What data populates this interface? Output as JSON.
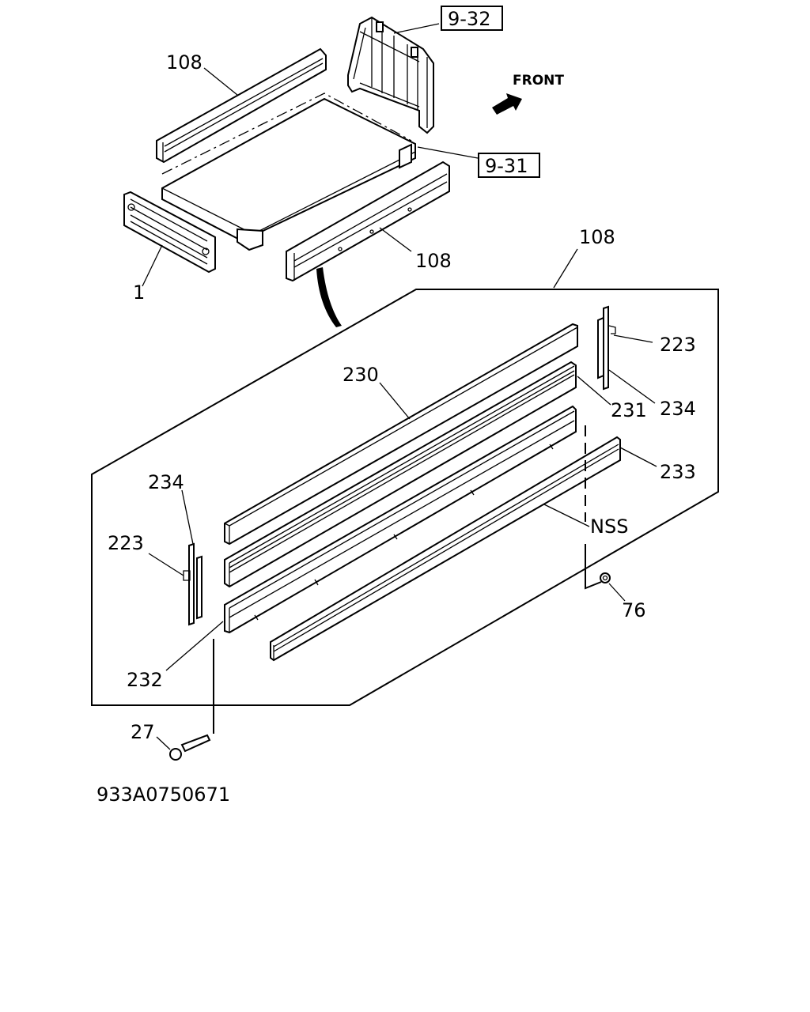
{
  "diagram": {
    "front_label": "FRONT",
    "figure_code": "933A0750671",
    "callouts": {
      "c108_top": "108",
      "c108_mid": "108",
      "c108_detail": "108",
      "c1": "1",
      "c9_32": "9-32",
      "c9_31": "9-31",
      "c230": "230",
      "c231": "231",
      "c232": "232",
      "c233": "233",
      "c234_right": "234",
      "c234_left": "234",
      "c223_right": "223",
      "c223_left": "223",
      "cNSS": "NSS",
      "c76": "76",
      "c27": "27"
    }
  }
}
